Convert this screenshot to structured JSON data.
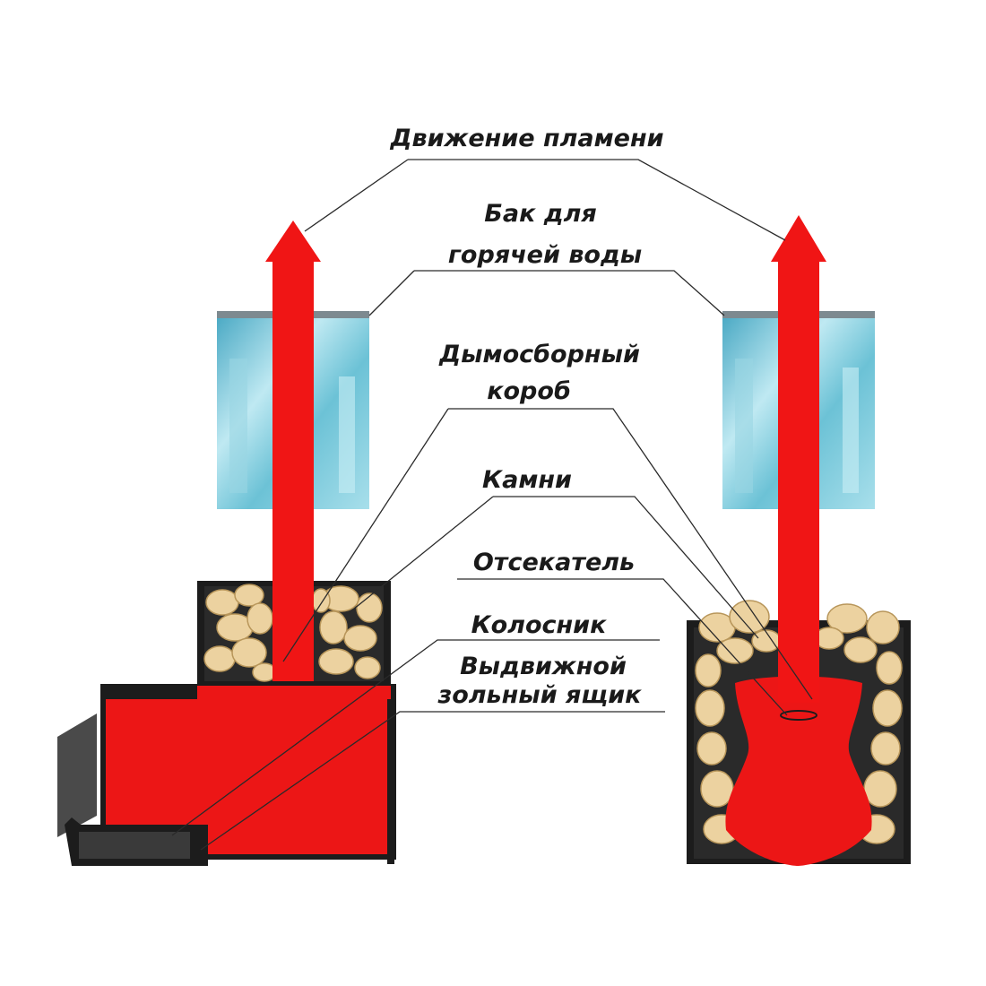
{
  "labels": {
    "flame": "Движение пламени",
    "tank_line1": "Бак для",
    "tank_line2": "горячей воды",
    "smoke_line1": "Дымосборный",
    "smoke_line2": "короб",
    "stones": "Камни",
    "cutter": "Отсекатель",
    "grate": "Колосник",
    "ash_line1": "Выдвижной",
    "ash_line2": "зольный ящик"
  },
  "colors": {
    "flame": "#f01515",
    "stove_body": "#ec1616",
    "stone": "#ecd2a0",
    "tank": "#7ecfe0",
    "metal": "#1c1c1c",
    "leader": "#2a2a2a"
  }
}
